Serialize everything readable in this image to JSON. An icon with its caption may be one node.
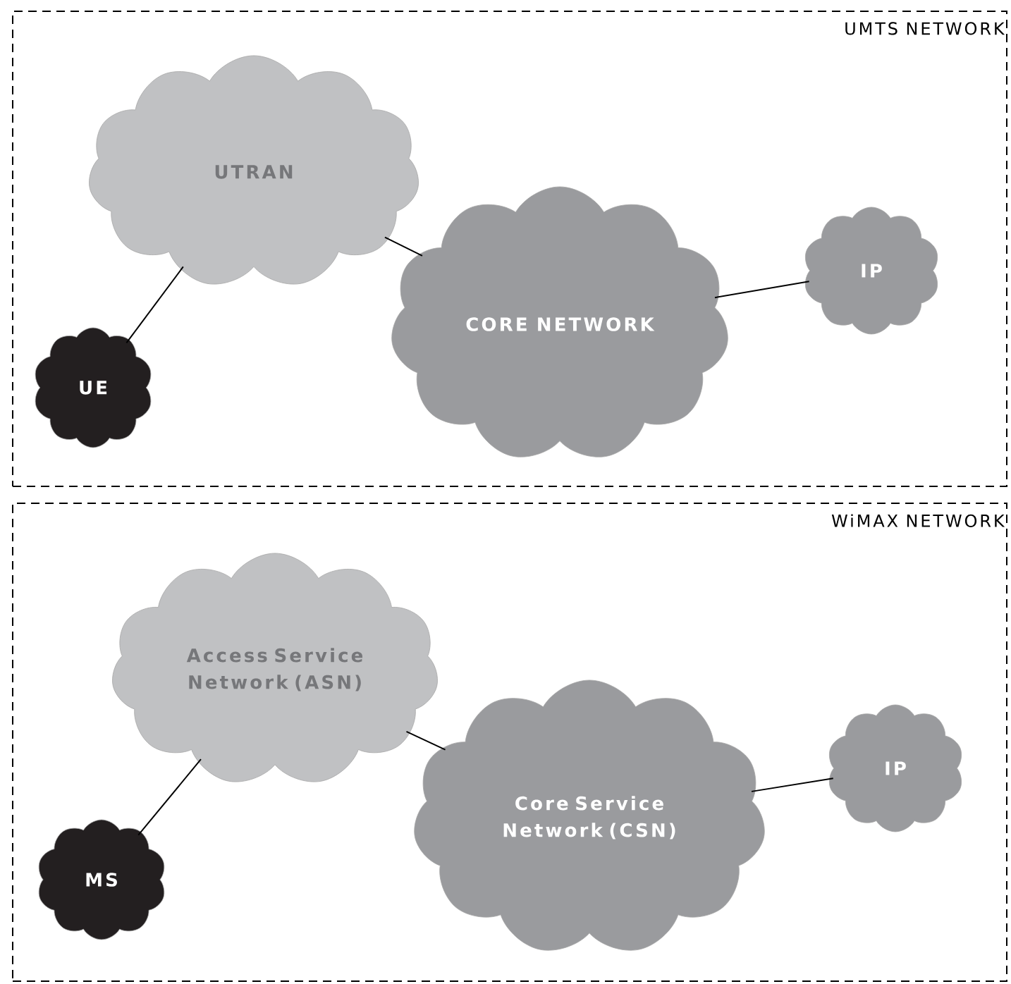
{
  "diagram": {
    "nodes": [
      {
        "text": [
          "UMTS NETWORK"
        ]
      },
      {
        "text": [
          "UTRAN"
        ],
        "in": 0
      },
      {
        "text": [
          "UE"
        ],
        "in": 0
      },
      {
        "text": [
          "CORE NETWORK"
        ],
        "in": 0
      },
      {
        "text": [
          "IP"
        ],
        "in": 0
      },
      {
        "text": [
          "WiMAX NETWORK"
        ]
      },
      {
        "text": [
          "Access Service Network (ASN)"
        ],
        "in": 5
      },
      {
        "text": [
          "MS"
        ],
        "in": 5
      },
      {
        "text": [
          "Core Service Network (CSN)"
        ],
        "in": 5
      },
      {
        "text": [
          "IP"
        ],
        "in": 5
      }
    ],
    "edges": [
      {
        "from": 2,
        "to": 1,
        "arrow": "none"
      },
      {
        "from": 1,
        "to": 3,
        "arrow": "none"
      },
      {
        "from": 3,
        "to": 4,
        "arrow": "none"
      },
      {
        "from": 7,
        "to": 6,
        "arrow": "none"
      },
      {
        "from": 6,
        "to": 8,
        "arrow": "none"
      },
      {
        "from": 8,
        "to": 9,
        "arrow": "none"
      }
    ]
  }
}
